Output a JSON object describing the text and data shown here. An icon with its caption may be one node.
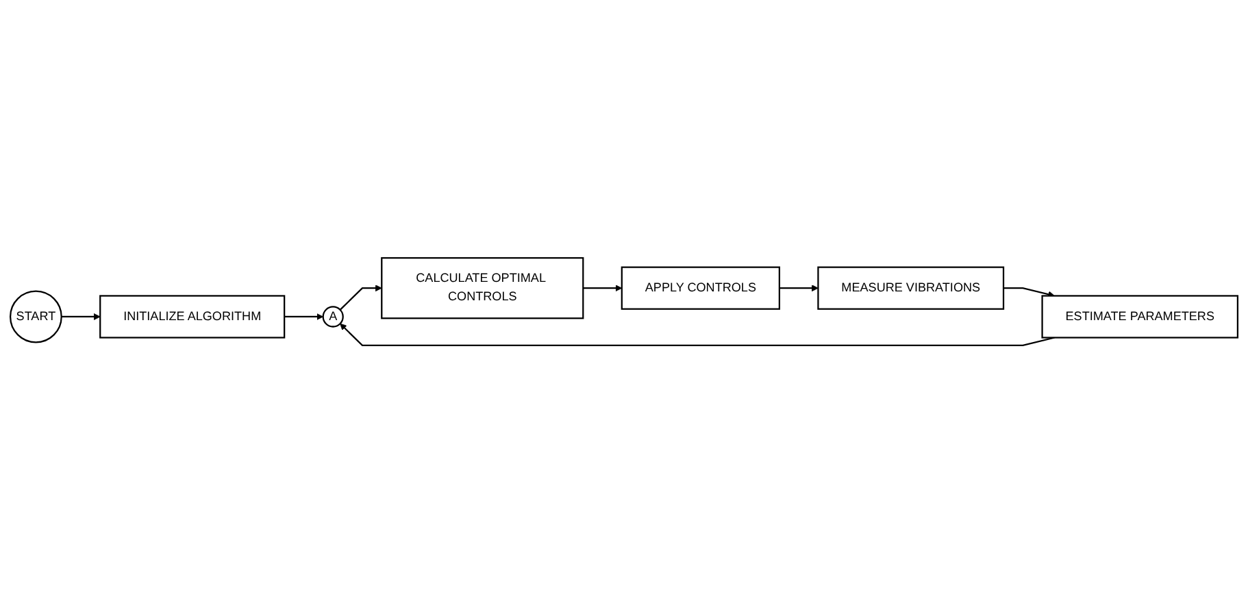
{
  "diagram": {
    "nodes": [
      {
        "text": [
          "START"
        ]
      },
      {
        "text": [
          "INITIALIZE ALGORITHM"
        ]
      },
      {
        "text": [
          "A"
        ]
      },
      {
        "text": [
          "CALCULATE OPTIMAL CONTROLS"
        ]
      },
      {
        "text": [
          "APPLY CONTROLS"
        ]
      },
      {
        "text": [
          "MEASURE VIBRATIONS"
        ]
      },
      {
        "text": [
          "ESTIMATE PARAMETERS"
        ]
      }
    ],
    "edges": [
      {
        "from": 0,
        "to": 1,
        "arrow": "to"
      },
      {
        "from": 1,
        "to": 2,
        "arrow": "to"
      },
      {
        "from": 2,
        "to": 3,
        "arrow": "to"
      },
      {
        "from": 3,
        "to": 4,
        "arrow": "to"
      },
      {
        "from": 4,
        "to": 5,
        "arrow": "to"
      },
      {
        "from": 5,
        "to": 6,
        "arrow": "to"
      },
      {
        "from": 6,
        "to": 2,
        "arrow": "to"
      }
    ]
  }
}
